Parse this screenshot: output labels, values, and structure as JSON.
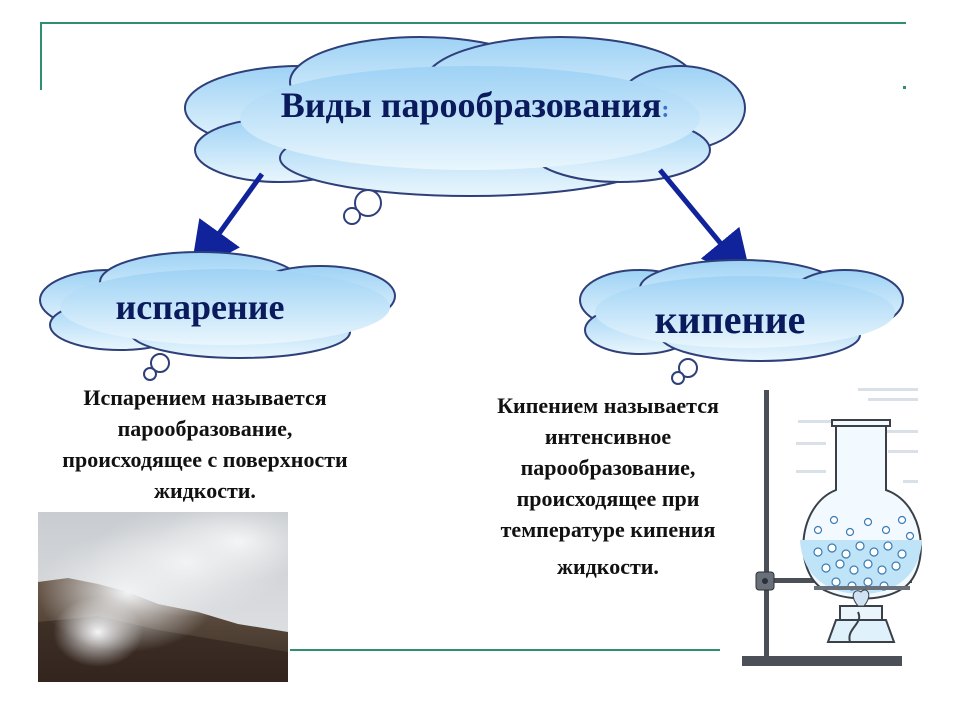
{
  "title": {
    "text": "Виды парообразования",
    "colon": ":"
  },
  "types": [
    {
      "name": "испарение",
      "description_lines": [
        "Испарением называется",
        "парообразование,",
        "происходящее с поверхности",
        "жидкости."
      ]
    },
    {
      "name": "кипение",
      "description_lines": [
        "Кипением называется",
        "интенсивное",
        "парообразование,",
        "происходящее при",
        "температуре кипения",
        "жидкости."
      ]
    }
  ],
  "colors": {
    "cloud_fill_top": "#9ed2f5",
    "cloud_fill_bottom": "#e9f6fd",
    "cloud_stroke": "#2f3f7a",
    "arrow": "#10239a",
    "frame": "#2f8f6f",
    "text_dark_blue": "#0a1a5c"
  },
  "icons": {
    "photo": "steam-photo",
    "apparatus": "boiling-flask-icon"
  }
}
